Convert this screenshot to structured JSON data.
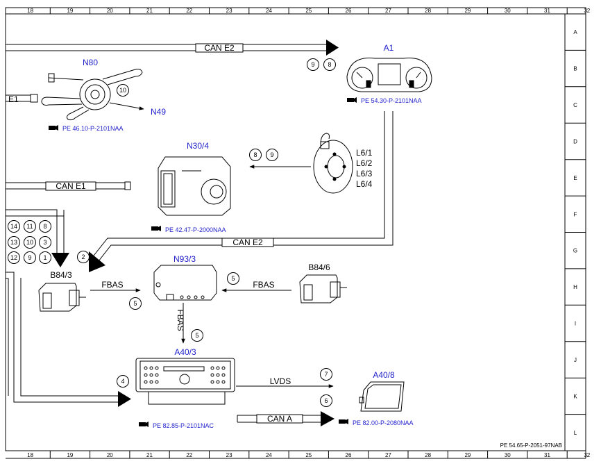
{
  "frame": {
    "top_numbers": [
      "18",
      "19",
      "20",
      "21",
      "22",
      "23",
      "24",
      "25",
      "26",
      "27",
      "28",
      "29",
      "30",
      "31",
      "32"
    ],
    "bottom_numbers": [
      "18",
      "19",
      "20",
      "21",
      "22",
      "23",
      "24",
      "25",
      "26",
      "27",
      "28",
      "29",
      "30",
      "31",
      "32"
    ],
    "side_letters": [
      "A",
      "B",
      "C",
      "D",
      "E",
      "F",
      "G",
      "H",
      "I",
      "J",
      "K",
      "L"
    ],
    "doc_id": "PE 54.65-P-2051-97NAB"
  },
  "components": {
    "n80": {
      "label": "N80",
      "ref": "PE 46.10-P-2101NAA"
    },
    "n49": {
      "label": "N49"
    },
    "a1": {
      "label": "A1",
      "ref": "PE 54.30-P-2101NAA"
    },
    "n30_4": {
      "label": "N30/4",
      "ref": "PE 42.47-P-2000NAA"
    },
    "l6": {
      "labels": [
        "L6/1",
        "L6/2",
        "L6/3",
        "L6/4"
      ]
    },
    "n93_3": {
      "label": "N93/3"
    },
    "b84_3": {
      "label": "B84/3"
    },
    "b84_6": {
      "label": "B84/6"
    },
    "a40_3": {
      "label": "A40/3",
      "ref": "PE 82.85-P-2101NAC"
    },
    "a40_8": {
      "label": "A40/8",
      "ref": "PE 82.00-P-2080NAA"
    }
  },
  "buses": {
    "can_e2_top": "CAN E2",
    "can_e1": "CAN E1",
    "e1_stub": "E1",
    "can_e2_mid": "CAN E2",
    "can_a": "CAN A"
  },
  "signals": {
    "fbas_left": "FBAS",
    "fbas_right": "FBAS",
    "fbas_vertical": "FBAS",
    "lvds": "LVDS"
  },
  "callouts": {
    "top_9": "9",
    "top_8": "8",
    "n80_10": "10",
    "mid_8": "8",
    "mid_9": "9",
    "grid": [
      "14",
      "11",
      "8",
      "13",
      "10",
      "3",
      "12",
      "9",
      "1"
    ],
    "c2": "2",
    "b84_3_5": "5",
    "b84_6_5": "5",
    "fbas_v_5": "5",
    "c4": "4",
    "c7": "7",
    "c6": "6"
  }
}
